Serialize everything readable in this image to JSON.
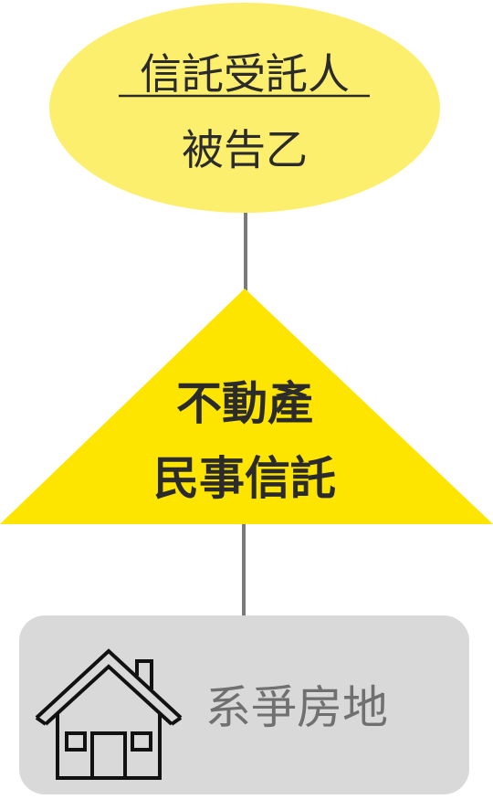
{
  "trustee_node": {
    "role": "信託受託人",
    "party": "被告乙"
  },
  "trust_node": {
    "line1": "不動產",
    "line2": "民事信託"
  },
  "property_node": {
    "label": "系爭房地",
    "icon": "house-icon"
  },
  "colors": {
    "ellipse_fill": "#fdef6e",
    "triangle_fill": "#fde500",
    "box_fill": "#d9d9d9",
    "connector": "#7a7a7a",
    "text_dark": "#2b2b2b",
    "text_gray": "#707070"
  }
}
